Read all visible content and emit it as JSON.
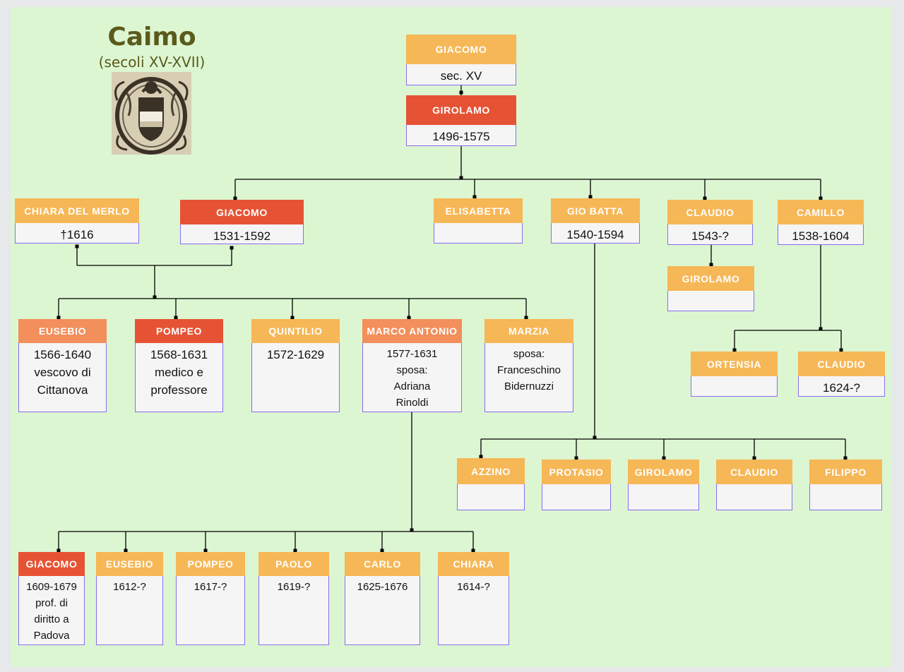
{
  "title": "Caimo",
  "subtitle": "(secoli XV-XVII)",
  "crest": {
    "name": "coat-of-arms",
    "colors": [
      "#d8ceb4",
      "#3a3226",
      "#f1ede2",
      "#c9bfa3"
    ]
  },
  "colors": {
    "background": "#dcf6d2",
    "header_light": "#f6b756",
    "header_dark": "#e65334",
    "header_mid": "#f28f5b",
    "body": "#f5f5f5",
    "border": "#8a6cf0",
    "line": "#000000"
  },
  "people": {
    "giacomo_xv": {
      "name": "GIACOMO",
      "info": "sec. XV"
    },
    "girolamo_1496": {
      "name": "GIROLAMO",
      "info": "1496-1575"
    },
    "chiara_del_merlo": {
      "name": "CHIARA DEL MERLO",
      "info": "†1616"
    },
    "giacomo_1531": {
      "name": "GIACOMO",
      "info": "1531-1592"
    },
    "elisabetta": {
      "name": "ELISABETTA",
      "info": ""
    },
    "gio_batta": {
      "name": "GIO BATTA",
      "info": "1540-1594"
    },
    "claudio_1543": {
      "name": "CLAUDIO",
      "info": "1543-?"
    },
    "camillo": {
      "name": "CAMILLO",
      "info": "1538-1604"
    },
    "girolamo_son_claudio": {
      "name": "GIROLAMO",
      "info": ""
    },
    "eusebio_1566": {
      "name": "EUSEBIO",
      "info": "1566-1640\nvescovo di\nCittanova"
    },
    "pompeo_1568": {
      "name": "POMPEO",
      "info": "1568-1631\nmedico e\nprofessore"
    },
    "quintilio": {
      "name": "QUINTILIO",
      "info": "1572-1629"
    },
    "marco_antonio": {
      "name": "MARCO ANTONIO",
      "info": "1577-1631\nsposa:\nAdriana\nRinoldi"
    },
    "marzia": {
      "name": "MARZIA",
      "info": "sposa:\nFranceschino\nBidernuzzi"
    },
    "ortensia": {
      "name": "ORTENSIA",
      "info": ""
    },
    "claudio_1624": {
      "name": "CLAUDIO",
      "info": "1624-?"
    },
    "azzino": {
      "name": "AZZINO",
      "info": ""
    },
    "protasio": {
      "name": "PROTASIO",
      "info": ""
    },
    "girolamo_gb": {
      "name": "GIROLAMO",
      "info": ""
    },
    "claudio_gb": {
      "name": "CLAUDIO",
      "info": ""
    },
    "filippo": {
      "name": "FILIPPO",
      "info": ""
    },
    "giacomo_1609": {
      "name": "GIACOMO",
      "info": "1609-1679\nprof. di\ndiritto a\nPadova"
    },
    "eusebio_1612": {
      "name": "EUSEBIO",
      "info": "1612-?"
    },
    "pompeo_1617": {
      "name": "POMPEO",
      "info": "1617-?"
    },
    "paolo": {
      "name": "PAOLO",
      "info": "1619-?"
    },
    "carlo": {
      "name": "CARLO",
      "info": "1625-1676"
    },
    "chiara_1614": {
      "name": "CHIARA",
      "info": "1614-?"
    }
  }
}
